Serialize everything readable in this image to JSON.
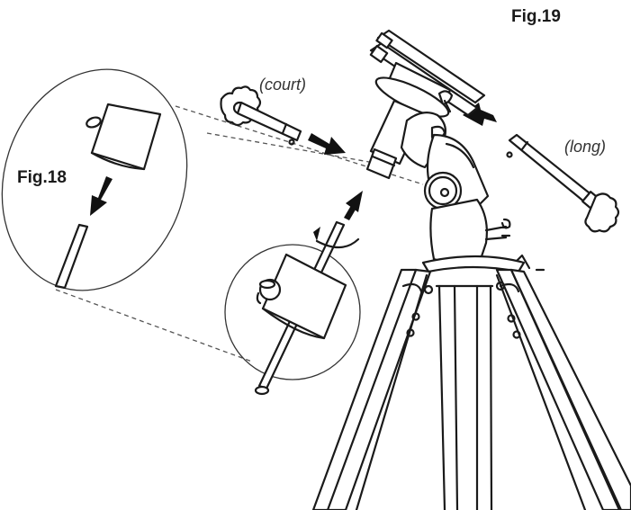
{
  "figure": {
    "background": "#ffffff",
    "line_color": "#1a1a1a"
  },
  "labels": {
    "fig19": "Fig.19",
    "fig18": "Fig.18",
    "short_rod": "(court)",
    "long_rod": "(long)"
  },
  "parts": {
    "mount_head": "equatorial-mount",
    "tripod": "tripod",
    "counterweight_shaft": "counterweight-shaft",
    "counterweight": "counterweight",
    "short_slow_motion_cable": "short-slow-motion-cable",
    "long_slow_motion_cable": "long-slow-motion-cable"
  }
}
